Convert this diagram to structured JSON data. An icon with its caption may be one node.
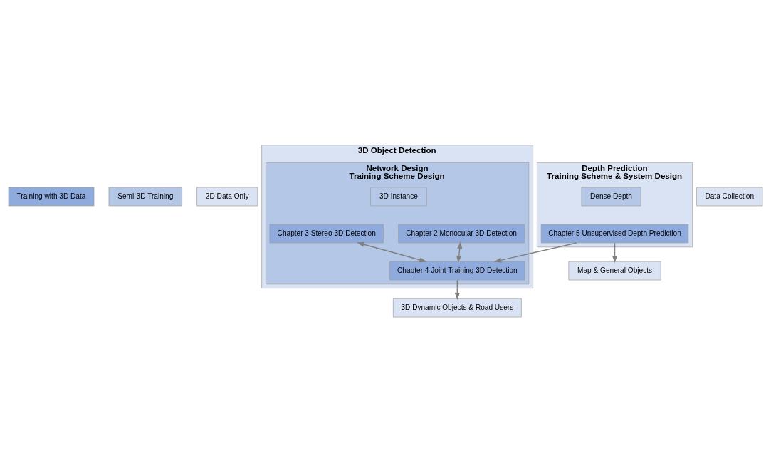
{
  "diagram": {
    "nodes": [
      {
        "text": [
          "Training with 3D Data"
        ]
      },
      {
        "text": [
          "Semi-3D Training"
        ]
      },
      {
        "text": [
          "2D Data Only"
        ]
      },
      {
        "text": [
          "3D Object Detection"
        ]
      },
      {
        "text": [
          "Network Design",
          "Training Scheme Design"
        ],
        "in": 3
      },
      {
        "text": [
          "Chapter 2 Monocular 3D Detection"
        ],
        "in": 4
      },
      {
        "text": [
          "Chapter 3 Stereo 3D Detection"
        ],
        "in": 4
      },
      {
        "text": [
          "Chapter 4 Joint Training 3D Detection"
        ],
        "in": 4
      },
      {
        "text": [
          "3D Instance"
        ],
        "in": 4
      },
      {
        "text": [
          "Depth Prediction",
          "Training Scheme & System Design"
        ]
      },
      {
        "text": [
          "Chapter 5 Unsupervised Depth Prediction"
        ],
        "in": 9
      },
      {
        "text": [
          "Dense Depth"
        ],
        "in": 9
      },
      {
        "text": [
          "Data Collection"
        ]
      },
      {
        "text": [
          "3D Dynamic Objects & Road Users"
        ]
      },
      {
        "text": [
          "Map & General Objects"
        ]
      }
    ],
    "edges": [
      {
        "from": 5,
        "to": 7,
        "arrow": "both"
      },
      {
        "from": 6,
        "to": 7,
        "arrow": "both"
      },
      {
        "from": 10,
        "to": 7,
        "arrow": "to"
      },
      {
        "from": 7,
        "to": 13,
        "arrow": "to"
      },
      {
        "from": 10,
        "to": 14,
        "arrow": "to"
      }
    ]
  }
}
